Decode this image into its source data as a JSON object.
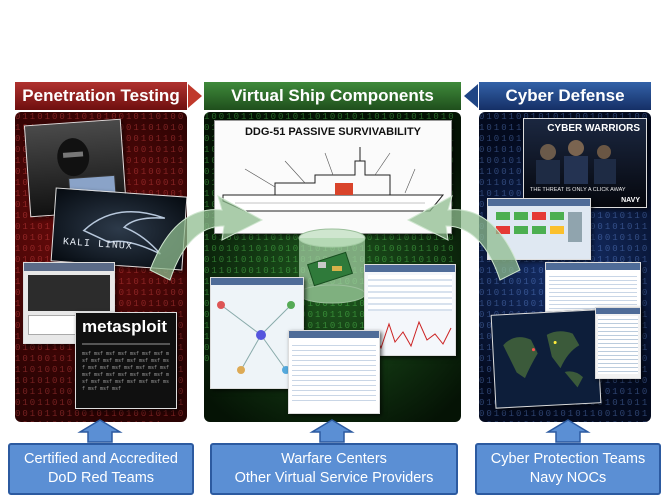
{
  "headers": {
    "penetration": "Penetration Testing",
    "virtual_ship": "Virtual Ship Components",
    "cyber_defense": "Cyber Defense"
  },
  "ship_diagram": {
    "title": "DDG-51 PASSIVE SURVIVABILITY"
  },
  "screens": {
    "kali": "KALI LINUX",
    "metasploit": "metasploit",
    "cyber_warriors_title": "CYBER WARRIORS",
    "cyber_warriors_tagline": "THE THREAT IS ONLY A CLICK AWAY",
    "navy": "NAVY"
  },
  "bottom": {
    "left": {
      "line1": "Certified and Accredited",
      "line2": "DoD Red Teams"
    },
    "center": {
      "line1": "Warfare Centers",
      "line2": "Other Virtual Service Providers"
    },
    "right": {
      "line1": "Cyber Protection Teams",
      "line2": "Navy NOCs"
    }
  },
  "colors": {
    "red": "#8b1a1a",
    "green": "#2d6b2a",
    "blue": "#1f4585",
    "button_blue": "#5b8fd4"
  }
}
